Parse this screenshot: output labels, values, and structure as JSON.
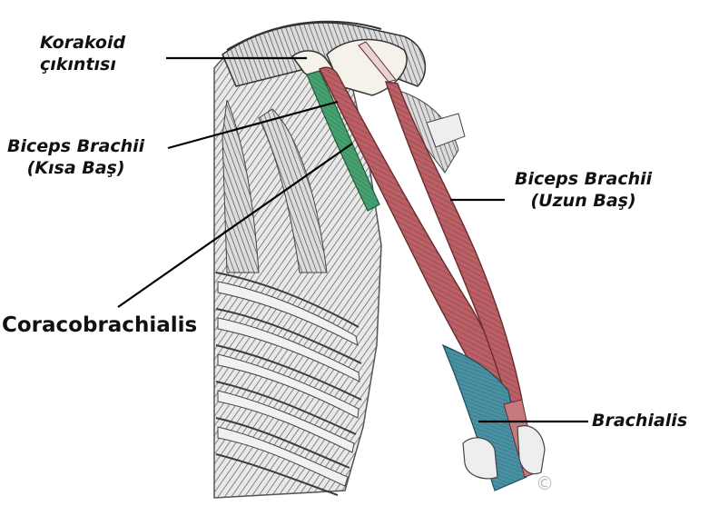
{
  "labels": {
    "korakoid": [
      "Korakoid",
      "çıkıntısı"
    ],
    "biceps_short": [
      "Biceps Brachii",
      "(Kısa Baş)"
    ],
    "coracobrachialis": "Coracobrachialis",
    "biceps_long": [
      "Biceps Brachii",
      "(Uzun Baş)"
    ],
    "brachialis": "Brachialis"
  },
  "watermark": "©",
  "colors": {
    "biceps": "#b5585c",
    "coracobrachialis": "#3f9a6a",
    "brachialis": "#3f8a9c",
    "bone": "#f3f0ea",
    "ink": "#222222"
  }
}
